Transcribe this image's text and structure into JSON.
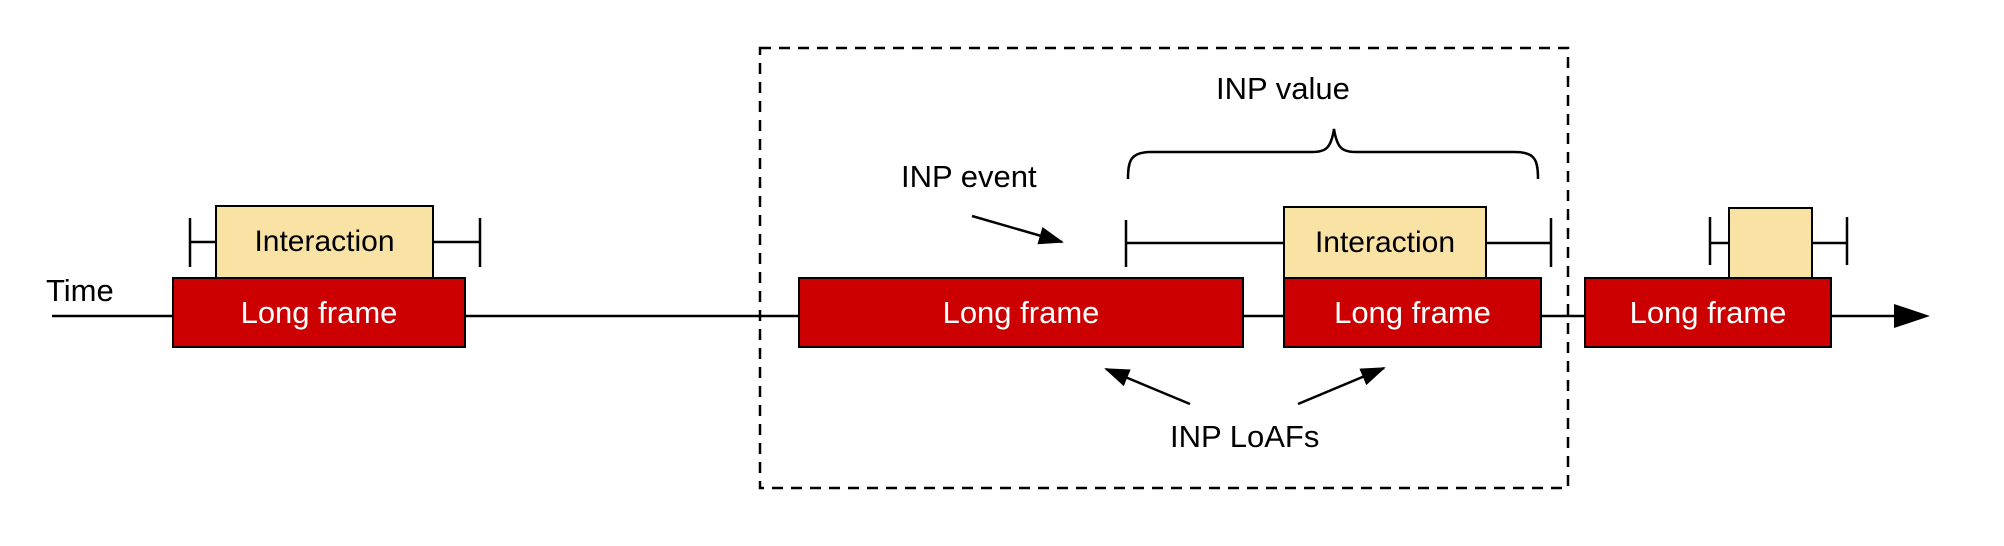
{
  "labels": {
    "time": "Time",
    "inp_event": "INP event",
    "inp_value": "INP value",
    "inp_loafs": "INP LoAFs"
  },
  "long_frames": [
    {
      "label": "Long frame"
    },
    {
      "label": "Long frame"
    },
    {
      "label": "Long frame"
    },
    {
      "label": "Long frame"
    }
  ],
  "interactions": [
    {
      "label": "Interaction"
    },
    {
      "label": "Interaction"
    },
    {
      "label": ""
    }
  ],
  "colors": {
    "long_frame_fill": "#cc0000",
    "long_frame_text": "#ffffff",
    "interaction_fill": "#f8e2a4",
    "interaction_text": "#000000",
    "line": "#000000"
  }
}
